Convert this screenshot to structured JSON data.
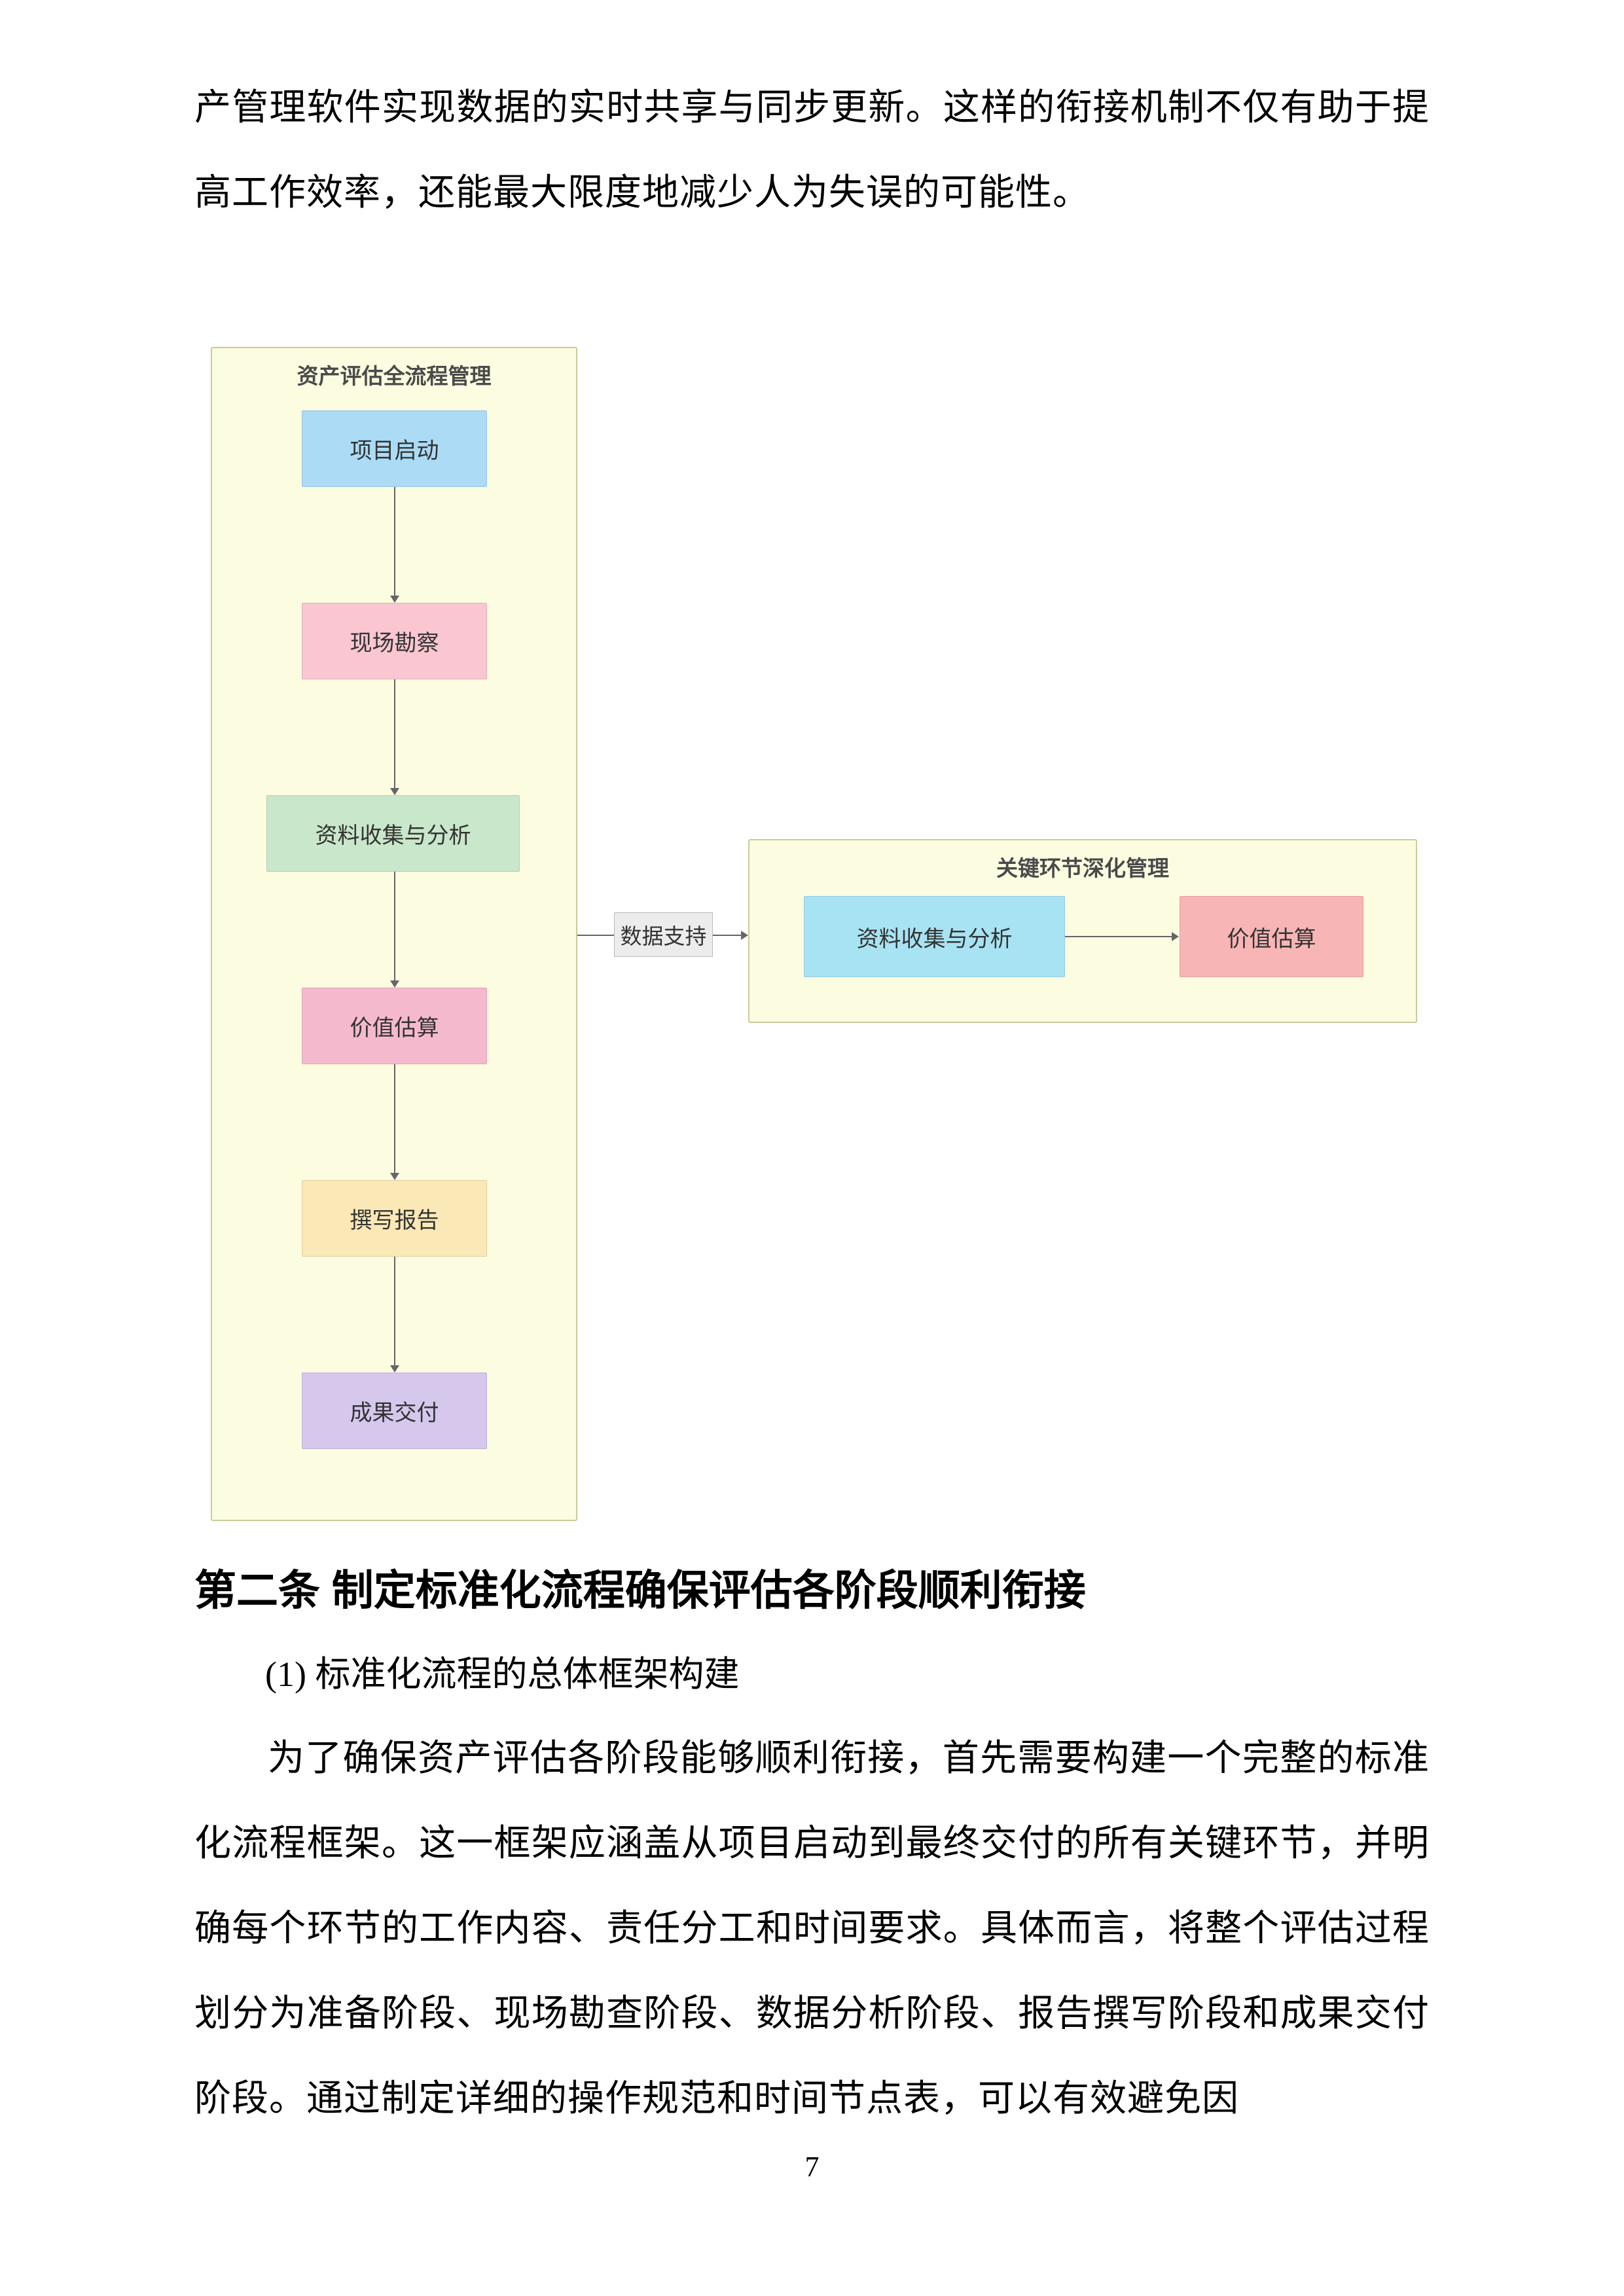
{
  "content": {
    "intro_paragraph": "产管理软件实现数据的实时共享与同步更新。这样的衔接机制不仅有助于提高工作效率，还能最大限度地减少人为失误的可能性。",
    "section_heading": "第二条 制定标准化流程确保评估各阶段顺利衔接",
    "subsection_heading": "(1) 标准化流程的总体框架构建",
    "body_paragraph": "为了确保资产评估各阶段能够顺利衔接，首先需要构建一个完整的标准化流程框架。这一框架应涵盖从项目启动到最终交付的所有关键环节，并明确每个环节的工作内容、责任分工和时间要求。具体而言，将整个评估过程划分为准备阶段、现场勘查阶段、数据分析阶段、报告撰写阶段和成果交付阶段。通过制定详细的操作规范和时间节点表，可以有效避免因"
  },
  "diagram": {
    "panel_bg": "#FCFCE1",
    "panel_border": "#CBCB9B",
    "connector_label": "数据支持",
    "connector_label_bg": "#ECECEC",
    "main_flow": {
      "title": "资产评估全流程管理",
      "nodes": [
        {
          "label": "项目启动",
          "bg": "#ABDBF5"
        },
        {
          "label": "现场勘察",
          "bg": "#F9C6D2"
        },
        {
          "label": "资料收集与分析",
          "bg": "#C9E7CA"
        },
        {
          "label": "价值估算",
          "bg": "#F5B9CD"
        },
        {
          "label": "撰写报告",
          "bg": "#FAE8B6"
        },
        {
          "label": "成果交付",
          "bg": "#D6C7ED"
        }
      ]
    },
    "detail_flow": {
      "title": "关键环节深化管理",
      "nodes": [
        {
          "label": "资料收集与分析",
          "bg": "#A8E3F3"
        },
        {
          "label": "价值估算",
          "bg": "#F8B5B5"
        }
      ]
    }
  },
  "footer": {
    "page_number": "7"
  }
}
